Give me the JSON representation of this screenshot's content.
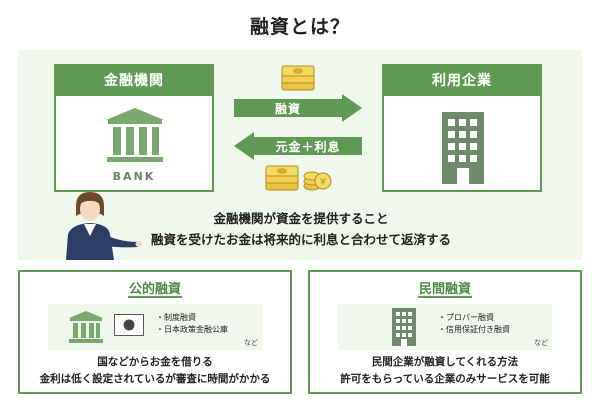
{
  "title": "融資とは？",
  "bank": {
    "header": "金融機関",
    "label": "BANK"
  },
  "corporate": {
    "header": "利用企業"
  },
  "arrows": {
    "loan": "融資",
    "repay": "元金＋利息"
  },
  "explanation": {
    "line1": "金融機関が資金を提供すること",
    "line2": "融資を受けたお金は将来的に利息と合わせて返済する"
  },
  "public_loan": {
    "title": "公的融資",
    "items": [
      "・制度融資",
      "・日本政策金融公庫"
    ],
    "etc": "など",
    "desc_line1": "国などからお金を借りる",
    "desc_line2": "金利は低く設定されているが審査に時間がかかる"
  },
  "private_loan": {
    "title": "民間融資",
    "items": [
      "・プロパー融資",
      "・信用保証付き融資"
    ],
    "etc": "など",
    "desc_line1": "民間企業が融資してくれる方法",
    "desc_line2": "許可をもらっている企業のみサービスを可能"
  },
  "colors": {
    "green": "#5f9a55",
    "light_green": "#f0f7ec",
    "gold": "#e8c440"
  },
  "icons": [
    "bank-icon",
    "building-icon",
    "money-icon",
    "coin-icon",
    "person-icon",
    "flag-icon"
  ]
}
